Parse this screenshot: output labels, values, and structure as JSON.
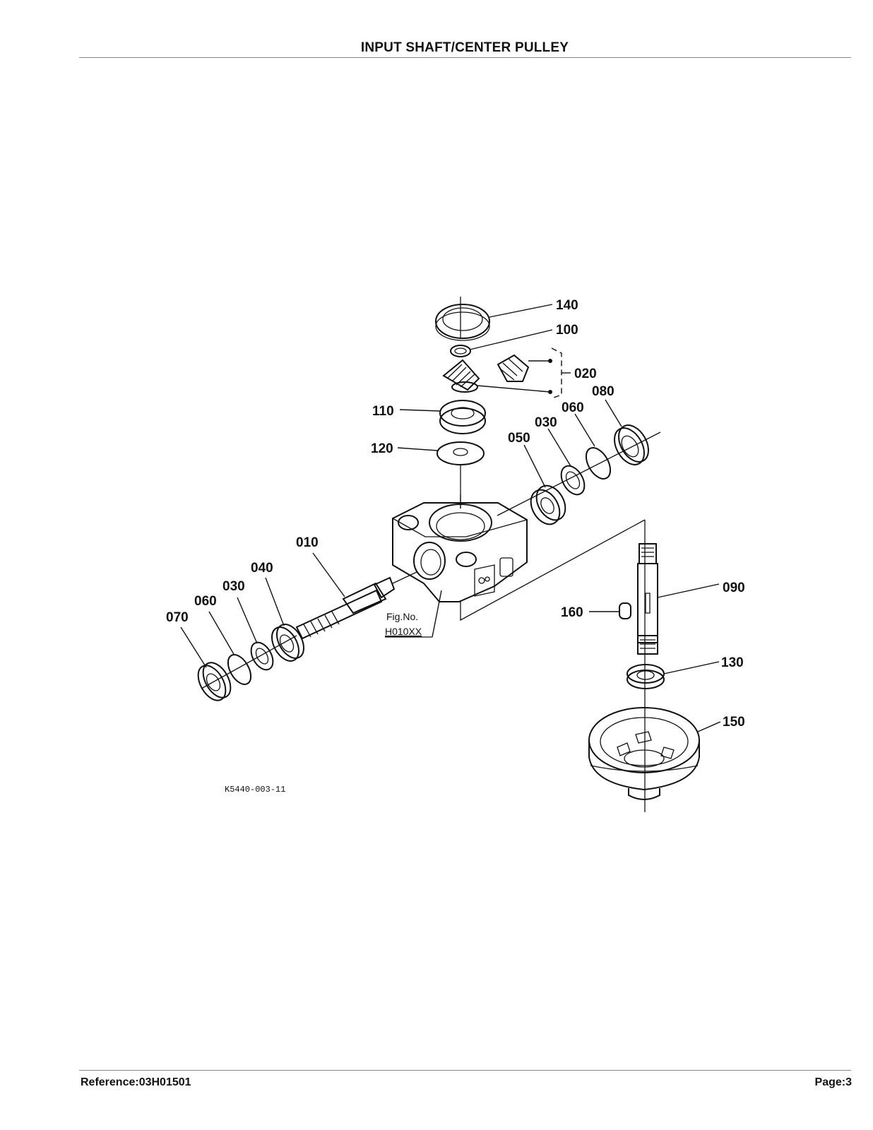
{
  "header": {
    "title": "INPUT SHAFT/CENTER PULLEY"
  },
  "figure": {
    "fig_no_label": "Fig.No.",
    "fig_no_value": "H010XX",
    "drawing_ref": "K5440-003-11",
    "callouts": {
      "p140": "140",
      "p100": "100",
      "p020": "020",
      "p080": "080",
      "p060_right": "060",
      "p030_right": "030",
      "p050": "050",
      "p110": "110",
      "p120": "120",
      "p010": "010",
      "p040": "040",
      "p030_left": "030",
      "p060_left": "060",
      "p070": "070",
      "p090": "090",
      "p160": "160",
      "p130": "130",
      "p150": "150"
    }
  },
  "footer": {
    "reference": "Reference:03H01501",
    "page": "Page:3"
  }
}
